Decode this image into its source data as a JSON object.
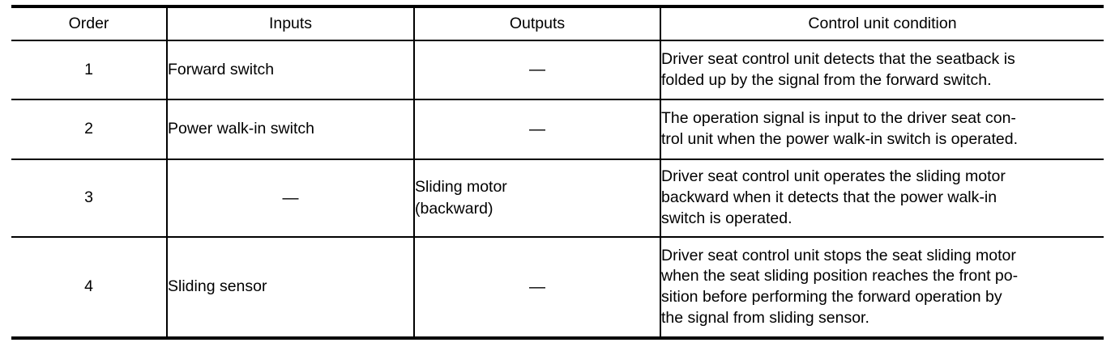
{
  "table": {
    "headers": [
      {
        "key": "order",
        "label": "Order"
      },
      {
        "key": "inputs",
        "label": "Inputs"
      },
      {
        "key": "outputs",
        "label": "Outputs"
      },
      {
        "key": "cond",
        "label": "Control unit condition"
      }
    ],
    "dash_symbol": "—",
    "rows": [
      {
        "order": "1",
        "inputs": "Forward switch",
        "outputs": "—",
        "condition_lines": [
          "Driver seat control unit detects that the seatback is",
          "folded up by the signal from the forward switch."
        ],
        "condition": "Driver seat control unit detects that the seatback is folded up by the signal from the forward switch."
      },
      {
        "order": "2",
        "inputs": "Power walk-in switch",
        "outputs": "—",
        "condition_lines": [
          "The operation signal is input to the driver seat con-",
          "trol unit when the power walk-in switch is operated."
        ],
        "condition": "The operation signal is input to the driver seat control unit when the power walk-in switch is operated."
      },
      {
        "order": "3",
        "inputs": "—",
        "outputs_lines": [
          "Sliding motor",
          "(backward)"
        ],
        "outputs": "Sliding motor (backward)",
        "condition_lines": [
          "Driver seat control unit operates the sliding motor",
          "backward when it detects that the power walk-in",
          "switch is operated."
        ],
        "condition": "Driver seat control unit operates the sliding motor backward when it detects that the power walk-in switch is operated."
      },
      {
        "order": "4",
        "inputs": "Sliding sensor",
        "outputs": "—",
        "condition_lines": [
          "Driver seat control unit stops the seat sliding motor",
          "when the seat sliding position reaches the front po-",
          "sition before performing the forward operation by",
          "the signal from sliding sensor."
        ],
        "condition": "Driver seat control unit stops the seat sliding motor when the seat sliding position reaches the front position before performing the forward operation by the signal from sliding sensor."
      }
    ]
  },
  "colors": {
    "rule": "#000000",
    "text": "#000000",
    "background": "#ffffff"
  }
}
